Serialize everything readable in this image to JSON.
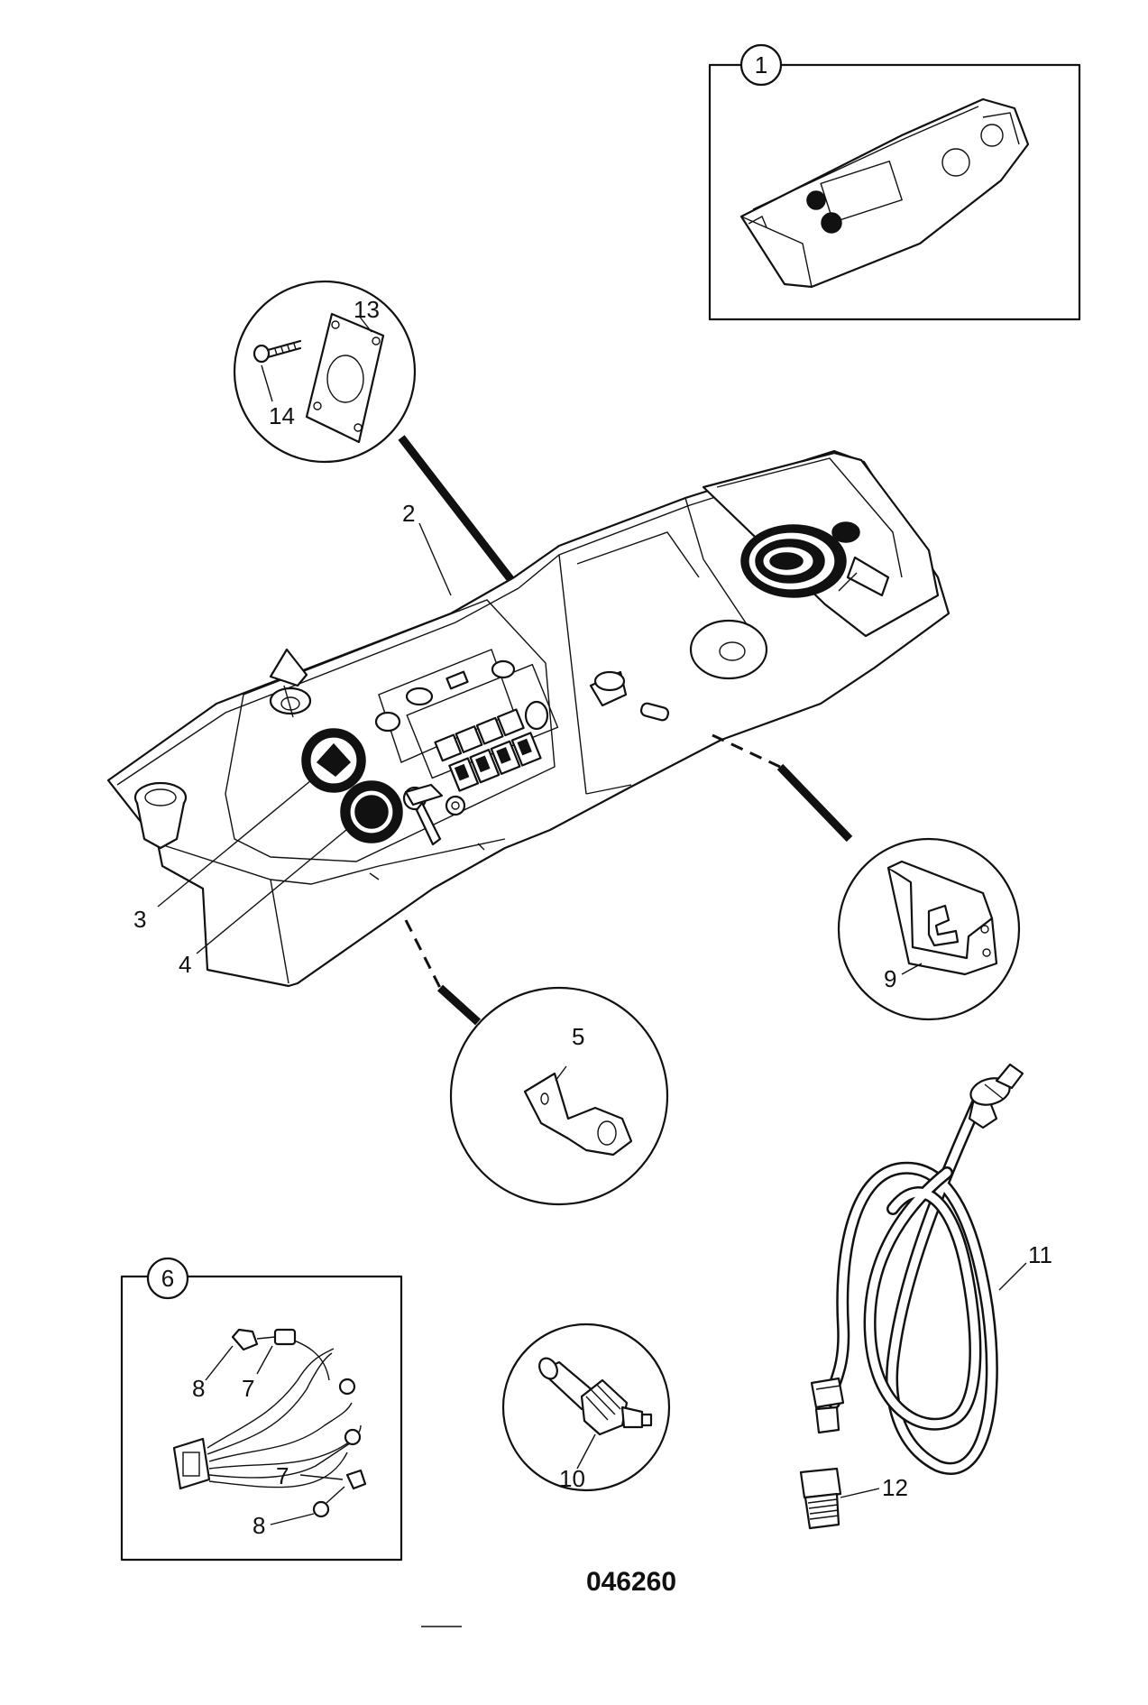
{
  "callouts": {
    "c1": "1",
    "c2": "2",
    "c3": "3",
    "c4": "4",
    "c5": "5",
    "c6": "6",
    "c7a": "7",
    "c7b": "7",
    "c8a": "8",
    "c8b": "8",
    "c9": "9",
    "c10": "10",
    "c11": "11",
    "c12": "12",
    "c13": "13",
    "c14": "14"
  },
  "drawing_number": "046260"
}
